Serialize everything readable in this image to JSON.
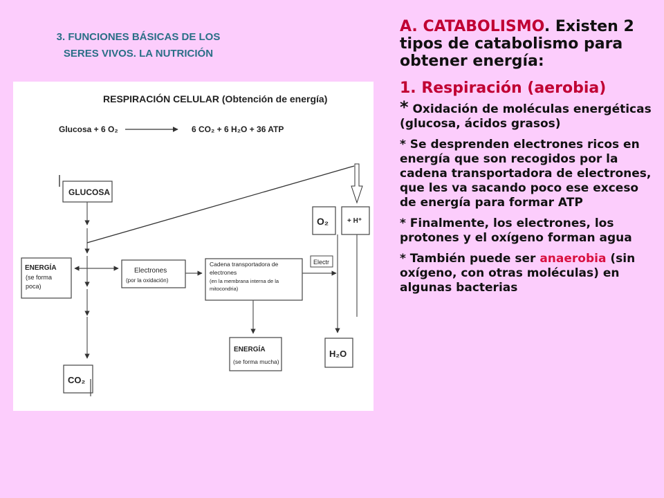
{
  "slide": {
    "title_line1": "3. FUNCIONES BÁSICAS DE LOS",
    "title_line2": "SERES VIVOS. LA NUTRICIÓN"
  },
  "diagram": {
    "title": "RESPIRACIÓN CELULAR (Obtención de energía)",
    "equation_left": "Glucosa + 6 O₂",
    "equation_right": "6 CO₂ + 6 H₂O + 36 ATP",
    "glucosa": "GLUCOSA",
    "o2": "O₂",
    "h_plus": "+ H⁺",
    "energia_left_line1": "ENERGÍA",
    "energia_left_line2": "(se forma",
    "energia_left_line3": "poca)",
    "electrones_line1": "Electrones",
    "electrones_line2": "(por la oxidación)",
    "cadena_line1": "Cadena transportadora de",
    "cadena_line2": "electrones",
    "cadena_line3": "(en la membrana interna de la",
    "cadena_line4": "mitocondria)",
    "electr_label": "Electr",
    "energia_bottom_line1": "ENERGÍA",
    "energia_bottom_line2": "(se forma mucha)",
    "h2o": "H₂O",
    "co2": "CO₂"
  },
  "text": {
    "heading_accent": "A. CATABOLISMO",
    "heading_rest": ". Existen 2 tipos de catabolismo para obtener energía:",
    "subheading": "1. Respiración (aerobia)",
    "bullet1_star": "*",
    "bullet1": " Oxidación de moléculas energéticas (glucosa, ácidos grasos)",
    "bullet2": "* Se desprenden electrones ricos en energía que son recogidos por la cadena transportadora de electrones, que les va sacando poco ese exceso de energía para formar ATP",
    "bullet3": "* Finalmente, los electrones, los protones y el oxígeno forman agua",
    "bullet4_pre": "* También puede ser ",
    "bullet4_red": "anaerobia",
    "bullet4_post": " (sin oxígeno, con otras moléculas) en algunas bacterias"
  },
  "colors": {
    "background": "#fccdfc",
    "title_teal": "#2a6f86",
    "accent_red": "#c00033"
  }
}
